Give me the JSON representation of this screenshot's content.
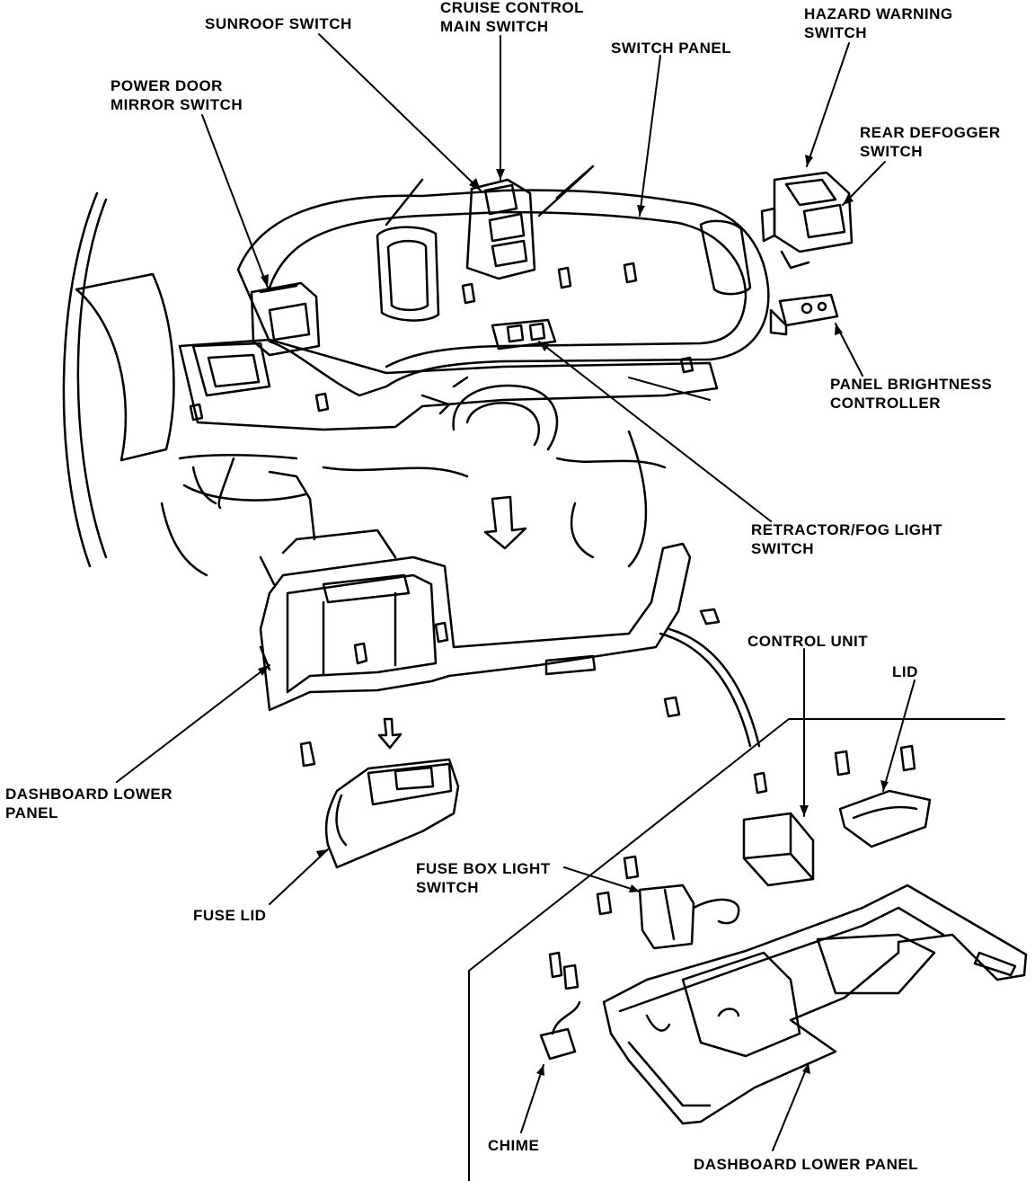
{
  "labels": {
    "sunroof_switch": "SUNROOF SWITCH",
    "cruise_control_main_switch": [
      "CRUISE CONTROL",
      "MAIN SWITCH"
    ],
    "switch_panel": "SWITCH PANEL",
    "hazard_warning_switch": [
      "HAZARD WARNING",
      "SWITCH"
    ],
    "power_door_mirror_switch": [
      "POWER DOOR",
      "MIRROR SWITCH"
    ],
    "rear_defogger_switch": [
      "REAR DEFOGGER",
      "SWITCH"
    ],
    "panel_brightness_controller": [
      "PANEL BRIGHTNESS",
      "CONTROLLER"
    ],
    "retractor_fog_light_switch": [
      "RETRACTOR/FOG LIGHT",
      "SWITCH"
    ],
    "control_unit": "CONTROL UNIT",
    "lid": "LID",
    "dashboard_lower_panel_left": [
      "DASHBOARD LOWER",
      "PANEL"
    ],
    "fuse_box_light_switch": [
      "FUSE BOX LIGHT",
      "SWITCH"
    ],
    "fuse_lid": "FUSE LID",
    "chime": "CHIME",
    "dashboard_lower_panel_bottom": "DASHBOARD LOWER PANEL"
  },
  "colors": {
    "line": "#000000",
    "background": "#ffffff"
  }
}
